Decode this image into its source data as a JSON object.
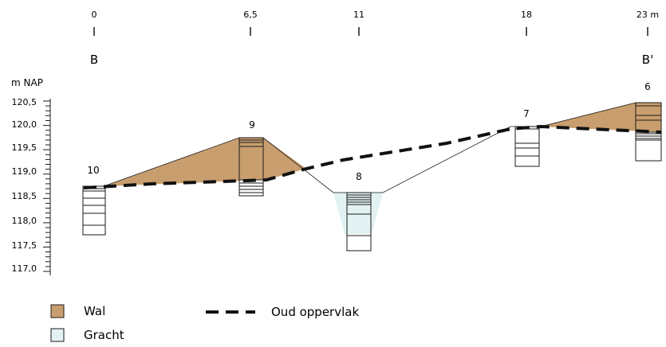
{
  "distances": [
    {
      "label": "0",
      "x": 0
    },
    {
      "label": "6,5",
      "x": 6.5
    },
    {
      "label": "11",
      "x": 11
    },
    {
      "label": "18",
      "x": 18
    },
    {
      "label": "23 m",
      "x": 23
    }
  ],
  "section_labels": {
    "start": "B",
    "end": "B'"
  },
  "y_axis": {
    "title": "m NAP",
    "ticks": [
      "120,5",
      "120,0",
      "119,5",
      "119,0",
      "118,5",
      "118,0",
      "117,5",
      "117,0"
    ],
    "range": [
      116.9,
      120.6
    ]
  },
  "boreholes": [
    {
      "label": "10",
      "x": 0,
      "top": 118.7,
      "bottom": 117.7
    },
    {
      "label": "9",
      "x": 6.5,
      "top": 119.7,
      "bottom": 118.5
    },
    {
      "label": "8",
      "x": 11,
      "top": 118.6,
      "bottom": 117.35
    },
    {
      "label": "7",
      "x": 18,
      "top": 119.9,
      "bottom": 119.1
    },
    {
      "label": "6",
      "x": 23,
      "top": 120.45,
      "bottom": 119.25
    }
  ],
  "legend": {
    "wal": {
      "label": "Wal",
      "color": "#c99e6e"
    },
    "gracht": {
      "label": "Gracht",
      "color": "#e2f1f2"
    },
    "oud_oppervlak": {
      "label": "Oud oppervlak"
    }
  }
}
